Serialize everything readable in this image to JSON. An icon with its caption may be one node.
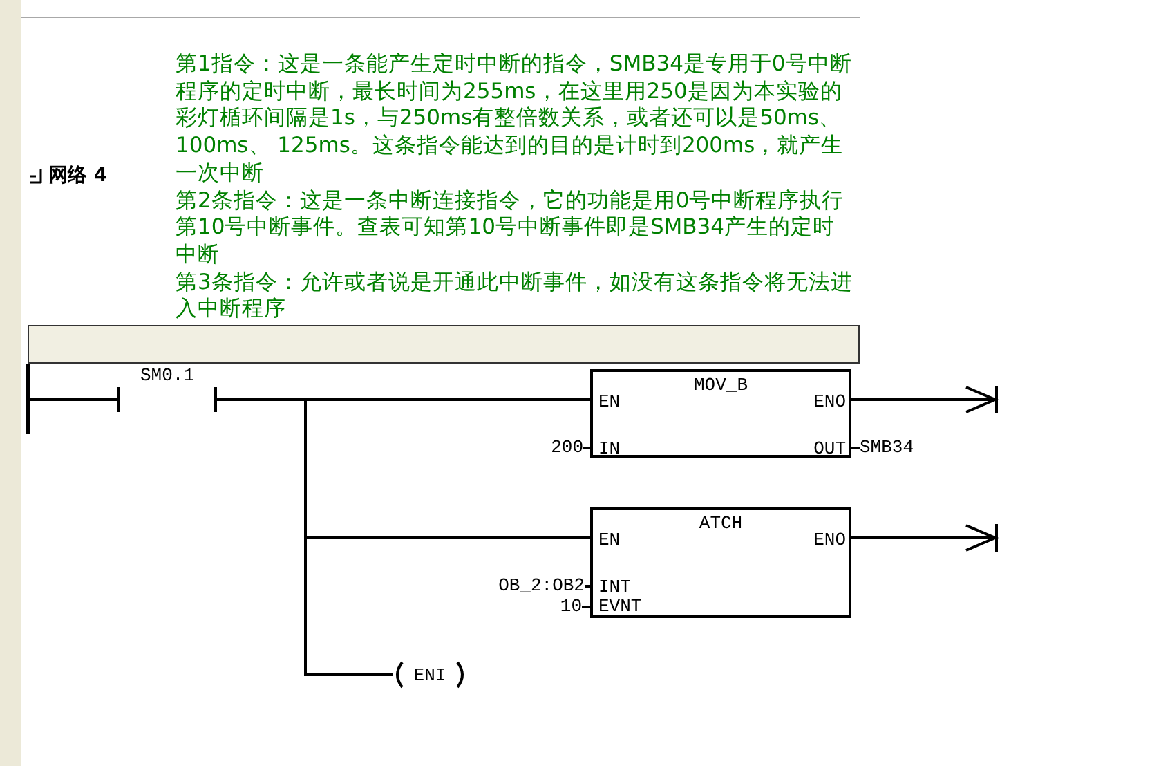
{
  "diagram": {
    "title": "网络 4",
    "nodes": [
      {
        "text": [],
        "shape": "bar"
      },
      {
        "text": [
          "SM0.1"
        ]
      },
      {
        "text": [
          "MOV_B",
          "EN",
          "ENO",
          "IN",
          "OUT"
        ],
        "beside": [
          "200",
          "SMB34"
        ]
      },
      {
        "text": [
          "ATCH",
          "EN",
          "ENO",
          "INT",
          "EVNT"
        ],
        "beside": [
          "OB_2:OB2",
          "10"
        ]
      },
      {
        "text": [
          "ENI"
        ]
      }
    ],
    "edges": [
      {
        "from": 0,
        "to": 1,
        "arrow": "none"
      },
      {
        "from": 1,
        "to": 2,
        "arrow": "none"
      },
      {
        "from": 1,
        "to": 3,
        "arrow": "none"
      },
      {
        "from": 1,
        "to": 4,
        "arrow": "none"
      },
      {
        "from": 2,
        "to": null,
        "arrow": "to"
      },
      {
        "from": 3,
        "to": null,
        "arrow": "to"
      }
    ],
    "labels": [
      "第1指令：这是一条能产生定时中断的指令，SMB34是专用于0号中断程序的定时中断，最长时间为255ms，在这里用250是因为本实验的彩灯楯环间隔是1s，与250ms有整倍数关系，或者还可以是50ms、100ms、 125ms。这条指令能达到的目的是计时到200ms，就产生一次中断",
      "第2条指令：这是一条中断连接指令，它的功能是用0号中断程序执行第10号中断事件。查表可知第10号中断事件即是SMB34产生的定时中断",
      "第3条指令：允许或者说是开通此中断事件，如没有这条指令将无法进入中断程序"
    ]
  }
}
